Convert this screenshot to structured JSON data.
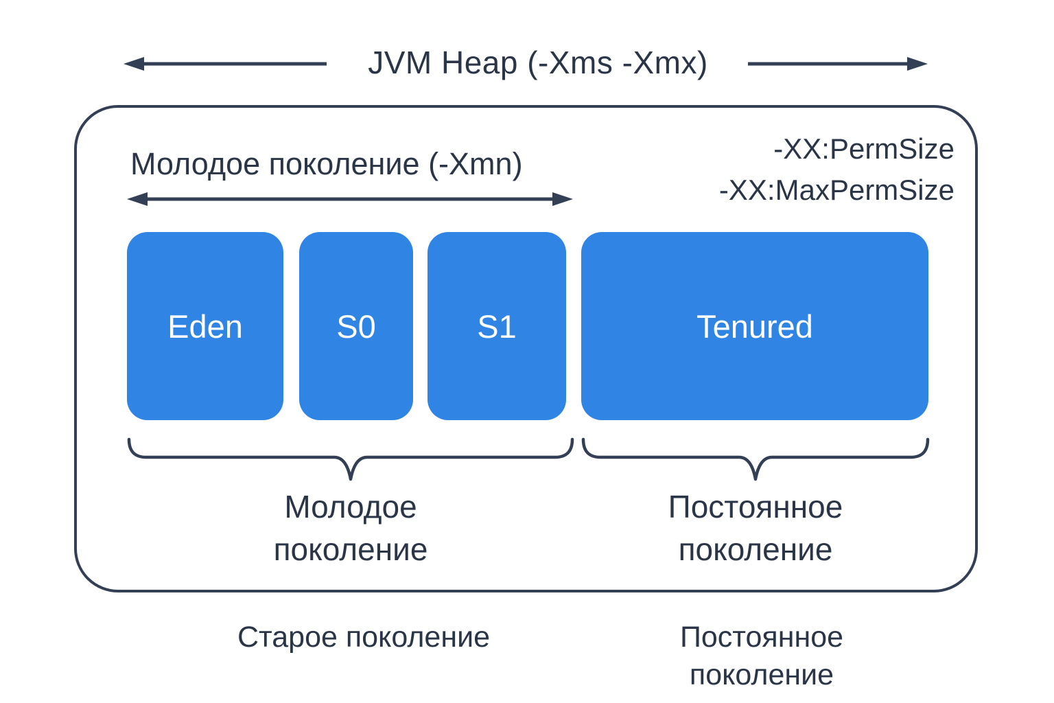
{
  "colors": {
    "ink": "#2a3547",
    "stroke": "#333f55",
    "region_blue": "#2f84e4",
    "region_text": "#ffffff",
    "background": "#ffffff"
  },
  "header": {
    "title": "JVM Heap (-Xms -Xmx)"
  },
  "heap": {
    "young_label": "Молодое поколение (-Xmn)",
    "perm_options": {
      "line1": "-XX:PermSize",
      "line2": "-XX:MaxPermSize"
    },
    "regions": [
      {
        "label": "Eden"
      },
      {
        "label": "S0"
      },
      {
        "label": "S1"
      },
      {
        "label": "Tenured"
      }
    ],
    "young_brace_label": {
      "line1": "Молодое",
      "line2": "поколение"
    },
    "perm_brace_label": {
      "line1": "Постоянное",
      "line2": "поколение"
    }
  },
  "footer": {
    "old_gen_label": "Старое поколение",
    "perm_gen_label": {
      "line1": "Постоянное",
      "line2": "поколение"
    }
  }
}
